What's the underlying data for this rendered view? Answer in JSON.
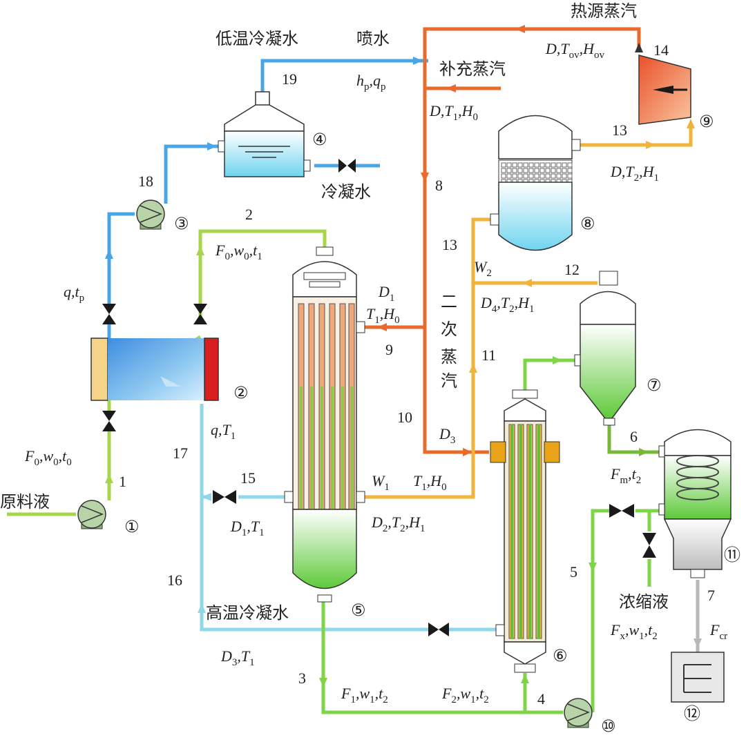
{
  "colors": {
    "feed_green": "#a8d64a",
    "dark_green": "#77b83a",
    "concentrate_green": "#7fd448",
    "low_temp_blue": "#4aa5e6",
    "high_temp_blue": "#8fd8ec",
    "hot_steam_orange": "#ea6a2b",
    "secondary_steam_yellow": "#f1b33a",
    "product_gray": "#b8b8b8"
  },
  "labels": {
    "feed_liquid": "原料液",
    "low_temp_condensate": "低温冷凝水",
    "spray_water": "喷水",
    "heat_source_steam": "热源蒸汽",
    "make_up_steam": "补充蒸汽",
    "condensate": "冷凝水",
    "secondary_steam": "二次蒸汽",
    "high_temp_condensate": "高温冷凝水",
    "concentrate": "浓缩液"
  },
  "stream_numbers": [
    "1",
    "2",
    "3",
    "4",
    "5",
    "6",
    "7",
    "8",
    "9",
    "10",
    "11",
    "12",
    "13",
    "13",
    "14",
    "15",
    "16",
    "17",
    "18",
    "19"
  ],
  "equipment": [
    "①",
    "②",
    "③",
    "④",
    "⑤",
    "⑥",
    "⑦",
    "⑧",
    "⑨",
    "⑩",
    "⑪",
    "⑫"
  ],
  "variables": {
    "f0w0t0": "F0,w0,t0",
    "f0w0t1": "F0,w0,t1",
    "qtp": "q,tp",
    "qT1": "q,T1",
    "hpqp": "hp,qp",
    "DT1H0": "D,T1,H0",
    "DT2H1": "D,T2,H1",
    "DTovHov": "D,Tov,Hov",
    "D1": "D1",
    "T1H0_a": "T1,H0",
    "W2": "W2",
    "D4T2H1": "D4,T2,H1",
    "D3": "D3",
    "T1H0_b": "T1,H0",
    "W1": "W1",
    "D2T2H1": "D2,T2,H1",
    "D1T1": "D1,T1",
    "D3T1": "D3,T1",
    "F1w1t2": "F1,w1,t2",
    "F2w1t2": "F2,w1,t2",
    "Fmt2": "Fm,t2",
    "Fxw1t2": "Fx,w1,t2",
    "Fcr": "Fcr"
  }
}
